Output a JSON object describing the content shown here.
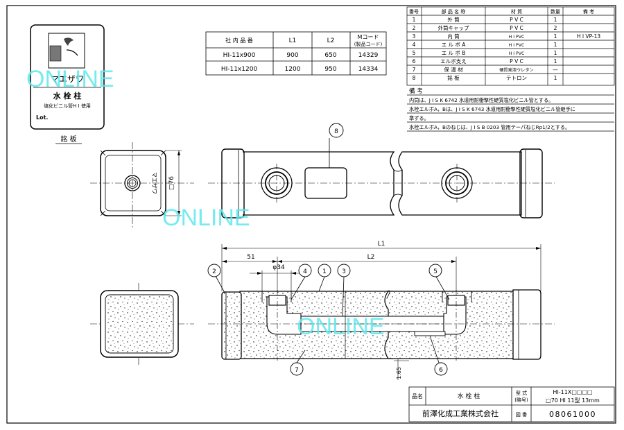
{
  "nameplate": {
    "brand": "マエザワ",
    "product": "水 栓 柱",
    "material_note": "塩化ビニル管H I 使用",
    "lot": "Lot.",
    "caption": "銘 板"
  },
  "size_table": {
    "headers": [
      "社 内 品 番",
      "L1",
      "L2",
      "Mコード",
      "(製品コード)"
    ],
    "rows": [
      [
        "HI-11x900",
        "900",
        "650",
        "14329"
      ],
      [
        "HI-11x1200",
        "1200",
        "950",
        "14334"
      ]
    ]
  },
  "parts_table": {
    "headers": [
      "番号",
      "部 品 名 称",
      "材 質",
      "数量",
      "備 考"
    ],
    "rows": [
      [
        "1",
        "外 筒",
        "P V C",
        "1",
        ""
      ],
      [
        "2",
        "外筒キャップ",
        "P V C",
        "2",
        ""
      ],
      [
        "3",
        "内 筒",
        "H I PVC",
        "1",
        "H I VP-13"
      ],
      [
        "4",
        "エ ル ボ A",
        "H I PVC",
        "1",
        ""
      ],
      [
        "5",
        "エ ル ボ B",
        "H I PVC",
        "1",
        ""
      ],
      [
        "6",
        "エルボ支え",
        "P V C",
        "1",
        ""
      ],
      [
        "7",
        "保 温 材",
        "硬質発泡ウレタン",
        "—",
        ""
      ],
      [
        "8",
        "銘 板",
        "テトロン",
        "1",
        ""
      ]
    ]
  },
  "notes": {
    "title": "備 考",
    "lines": [
      "内筒は、J I S K 6742 水道用耐衝撃性硬質塩化ビニル管とする。",
      "水栓エルボA，Bは、J I S K 6743 水道用耐衝撃性硬質塩化ビニル管継手に",
      "準ずる。",
      "水栓エルボA，Bのねじは、J I S B 0203 管用テーパねじRp1/2とする。"
    ]
  },
  "dimensions": {
    "side_square": "□76",
    "L1": "L1",
    "L2": "L2",
    "d51": "51",
    "d34": "φ34",
    "d165": "1.65"
  },
  "balloons": [
    "1",
    "2",
    "3",
    "4",
    "5",
    "6",
    "7",
    "8"
  ],
  "title_block": {
    "name_label": "品名",
    "name_value": "水 栓 柱",
    "model_label_1": "型 式",
    "model_label_2": "(略号)",
    "model_value_1": "HI-11X□□□□",
    "model_value_2": "□70 HI 11型 13mm",
    "company": "前澤化成工業株式会社",
    "drawing_label": "図 番",
    "drawing_number": "08061000"
  },
  "watermark": "ONLINE"
}
